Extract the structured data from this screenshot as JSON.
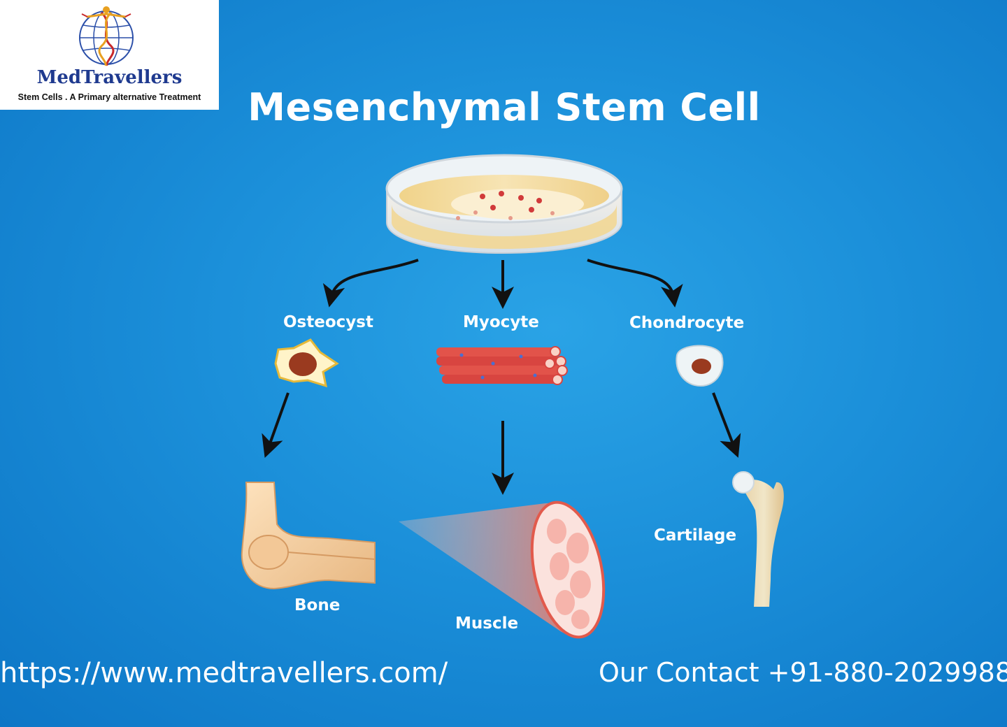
{
  "brand": {
    "name": "MedTravellers",
    "tagline": "Stem Cells . A Primary alternative Treatment"
  },
  "title": "Mesenchymal Stem Cell",
  "cells": {
    "left": "Osteocyst",
    "middle": "Myocyte",
    "right": "Chondrocyte"
  },
  "tissues": {
    "left": "Bone",
    "middle": "Muscle",
    "right": "Cartilage"
  },
  "footer": {
    "url": "https://www.medtravellers.com/",
    "contact": "Our Contact +91-880-2029988"
  },
  "colors": {
    "background": "#1b8fd9",
    "text": "#ffffff",
    "brand": "#1f3a8f"
  },
  "icons": [
    "globe-dna-logo-icon",
    "petri-dish-icon",
    "osteocyte-cell-icon",
    "muscle-fiber-bundle-icon",
    "chondrocyte-cell-icon",
    "elbow-bone-icon",
    "muscle-cross-section-icon",
    "femur-bone-icon",
    "arrow-icon"
  ]
}
